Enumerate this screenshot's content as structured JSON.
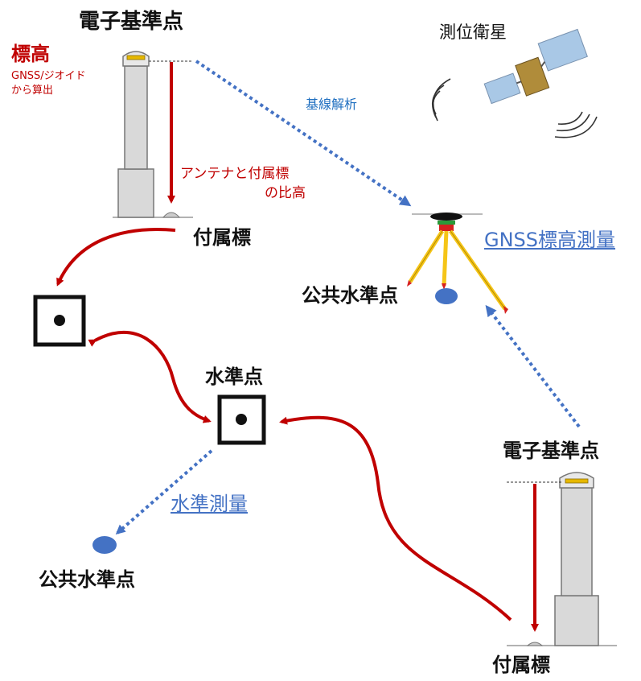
{
  "labels": {
    "cors_top": "電子基準点",
    "elevation": "標高",
    "elevation_note_1": "GNSS/ジオイド",
    "elevation_note_2": "から算出",
    "satellite": "測位衛星",
    "baseline": "基線解析",
    "antenna_diff_1": "アンテナと付属標",
    "antenna_diff_2": "の比高",
    "aux_mark_top": "付属標",
    "gnss_survey": "GNSS標高測量",
    "public_bm_upper": "公共水準点",
    "benchmark": "水準点",
    "leveling": "水準測量",
    "public_bm_lower": "公共水準点",
    "cors_bottom": "電子基準点",
    "aux_mark_bottom": "付属標"
  },
  "colors": {
    "red": "#c00000",
    "blue": "#1f6fc0",
    "link": "#4472c4",
    "pillar_fill": "#d9d9d9",
    "antenna_gold": "#e6b800",
    "point_blue": "#4472c4",
    "tripod_yellow": "#f5c518"
  }
}
